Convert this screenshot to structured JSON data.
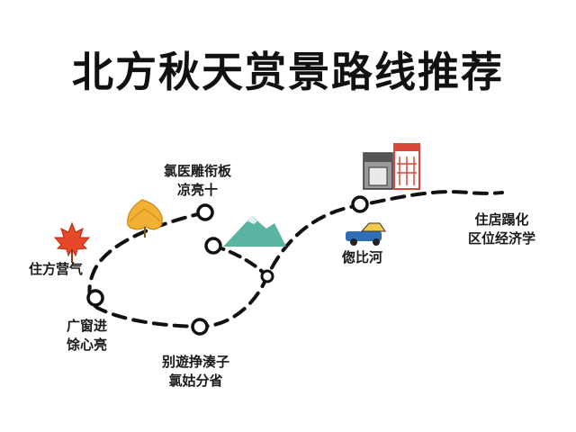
{
  "title": "北方秋天赏景路线推荐",
  "colors": {
    "route": "#111111",
    "mountain": "#5bb3a1",
    "maple": "#e8482a",
    "ginkgo": "#f2b134",
    "car": "#2f6fb7",
    "building_red": "#d9493a"
  },
  "labels": {
    "stop1": {
      "line1": "氯医雕衔板",
      "line2": "凉亮十"
    },
    "stop2": {
      "line1": "住方营气"
    },
    "stop3": {
      "line1": "广窗进",
      "line2": "馀心亮"
    },
    "stop4": {
      "line1": "别遊挣湊子",
      "line2": "氯姑分省"
    },
    "stop5": {
      "line1": "偬比河"
    },
    "stop6": {
      "line1": "住扂蹋化",
      "line2": "区位经济学"
    }
  },
  "icons": [
    "maple-leaf-icon",
    "ginkgo-leaf-icon",
    "mountain-icon",
    "car-icon",
    "buildings-icon"
  ]
}
